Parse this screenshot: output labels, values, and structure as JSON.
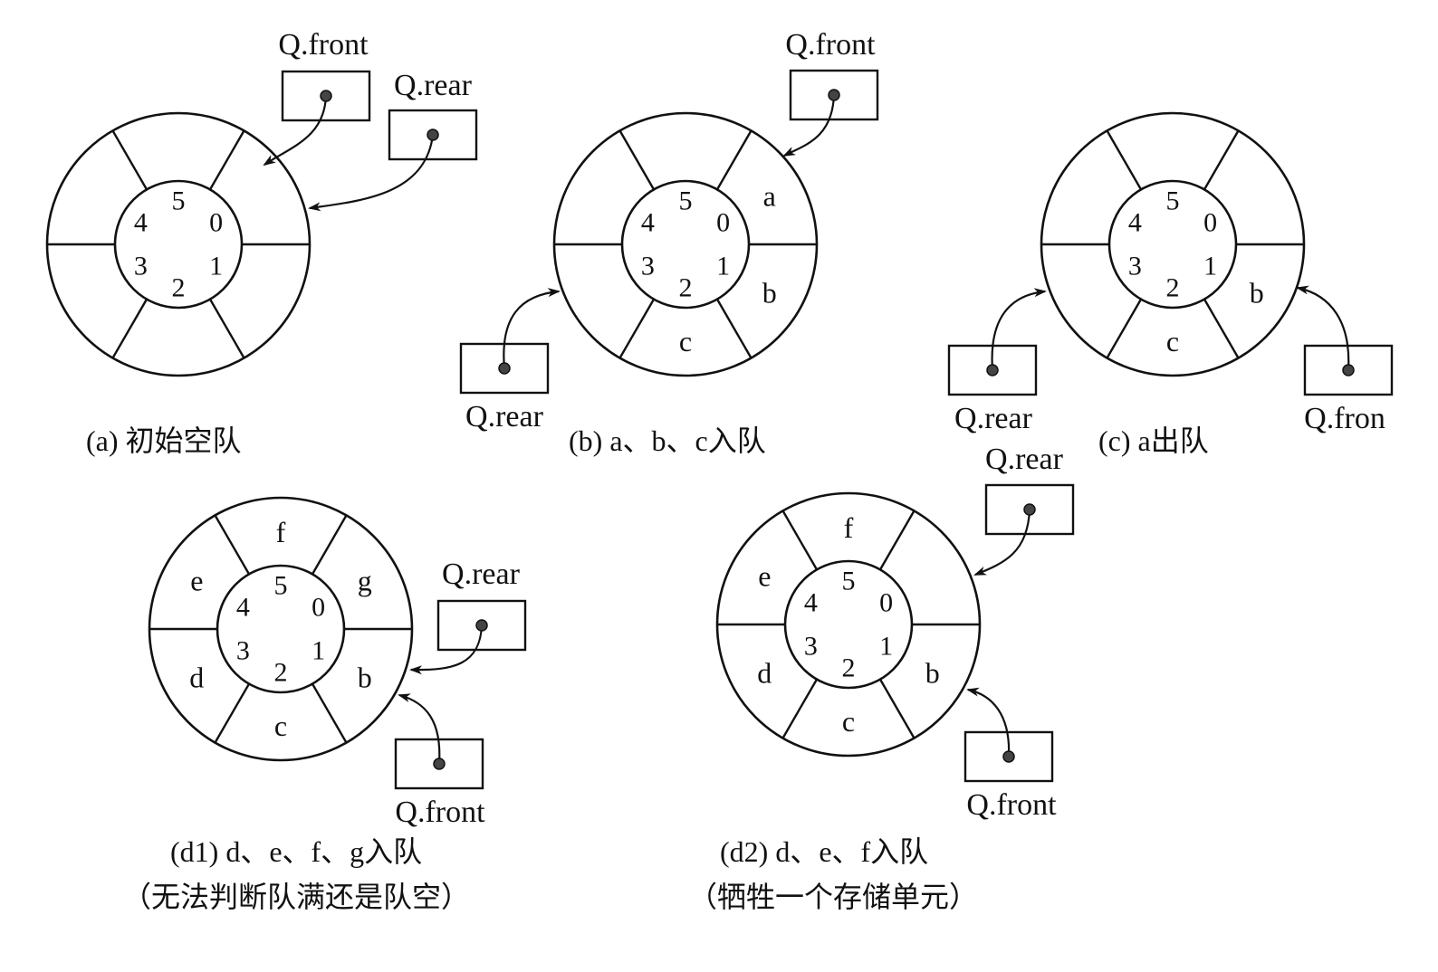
{
  "slot_labels": [
    "0",
    "1",
    "2",
    "3",
    "4",
    "5"
  ],
  "diagrams": [
    {
      "caption": [
        "(a) 初始空队"
      ],
      "slots": [
        "",
        "",
        "",
        "",
        "",
        ""
      ],
      "pointers": [
        {
          "label": "Q.front"
        },
        {
          "label": "Q.rear"
        }
      ]
    },
    {
      "caption": [
        "(b) a、b、c入队"
      ],
      "slots": [
        "a",
        "b",
        "c",
        "",
        "",
        ""
      ],
      "pointers": [
        {
          "label": "Q.front"
        },
        {
          "label": "Q.rear"
        }
      ]
    },
    {
      "caption": [
        "(c) a出队"
      ],
      "slots": [
        "",
        "b",
        "c",
        "",
        "",
        ""
      ],
      "pointers": [
        {
          "label": "Q.rear"
        },
        {
          "label": "Q.fron"
        }
      ]
    },
    {
      "caption": [
        "(d1) d、e、f、g入队",
        "（无法判断队满还是队空）"
      ],
      "slots": [
        "g",
        "b",
        "c",
        "d",
        "e",
        "f"
      ],
      "pointers": [
        {
          "label": "Q.rear"
        },
        {
          "label": "Q.front"
        }
      ]
    },
    {
      "caption": [
        "(d2) d、e、f入队",
        "（牺牲一个存储单元）"
      ],
      "slots": [
        "",
        "b",
        "c",
        "d",
        "e",
        "f"
      ],
      "pointers": [
        {
          "label": "Q.rear"
        },
        {
          "label": "Q.front"
        }
      ]
    }
  ],
  "colors": {
    "ink": "#111111",
    "background": "#ffffff"
  }
}
